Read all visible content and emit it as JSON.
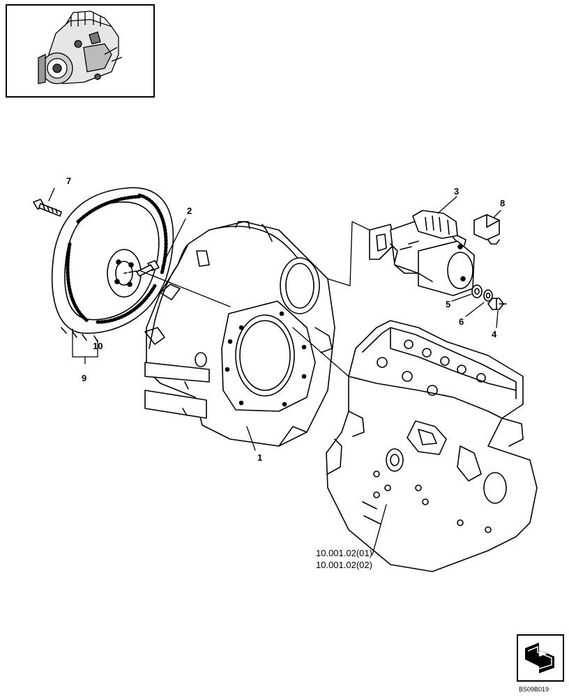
{
  "callouts": {
    "c1": "1",
    "c2": "2",
    "c3": "3",
    "c4": "4",
    "c5": "5",
    "c6": "6",
    "c7": "7",
    "c8": "8",
    "c9": "9",
    "c10": "10"
  },
  "references": [
    "10.001.02(01)",
    "10.001.02(02)"
  ],
  "figure_code": "BS09B019",
  "icons": {
    "thumbnail": "engine-thumbnail-icon",
    "navigation": "page-navigation-arrow-icon"
  },
  "colors": {
    "ink": "#000000",
    "paper": "#ffffff"
  }
}
